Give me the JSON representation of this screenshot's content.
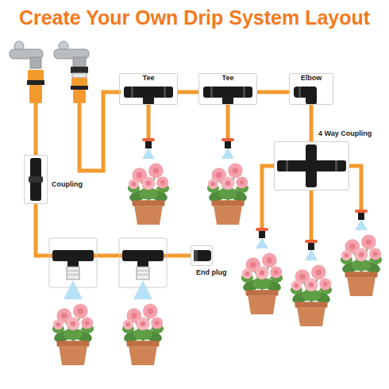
{
  "diagram": {
    "title": "Create Your Own Drip System Layout",
    "nodes": [
      {
        "text": [
          "Tee"
        ]
      },
      {
        "text": [
          "Tee"
        ]
      },
      {
        "text": [
          "Elbow"
        ]
      },
      {
        "text": [
          "4 Way Coupling"
        ]
      },
      {
        "text": [
          "Coupling"
        ]
      },
      {
        "text": [
          "End plug"
        ]
      }
    ],
    "edges": [
      {
        "from": 0,
        "to": 1,
        "arrow": "none"
      },
      {
        "from": 1,
        "to": 2,
        "arrow": "none"
      },
      {
        "from": 2,
        "to": 3,
        "arrow": "none"
      },
      {
        "from": 4,
        "to": 5,
        "arrow": "none"
      }
    ]
  }
}
